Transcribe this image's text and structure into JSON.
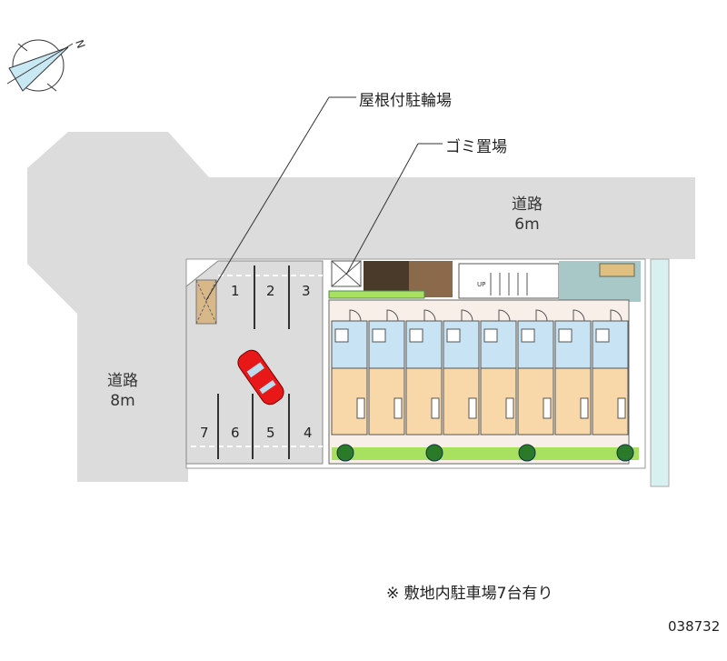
{
  "labels": {
    "bicycle_parking": "屋根付駐輪場",
    "garbage": "ゴミ置場",
    "road_top_name": "道路",
    "road_top_width": "6m",
    "road_left_name": "道路",
    "road_left_width": "8m",
    "stair_label": "UP"
  },
  "parking_spaces": [
    "1",
    "2",
    "3",
    "4",
    "5",
    "6",
    "7"
  ],
  "note": "※ 敷地内駐車場7台有り",
  "property_code": "038732",
  "compass_label": "N",
  "colors": {
    "road": "#dcdcdc",
    "unit_wet": "#c8e4f4",
    "unit_room": "#f8d8a8",
    "car": "#e81818",
    "green": "#a8e060",
    "water": "#d8f0f0"
  }
}
